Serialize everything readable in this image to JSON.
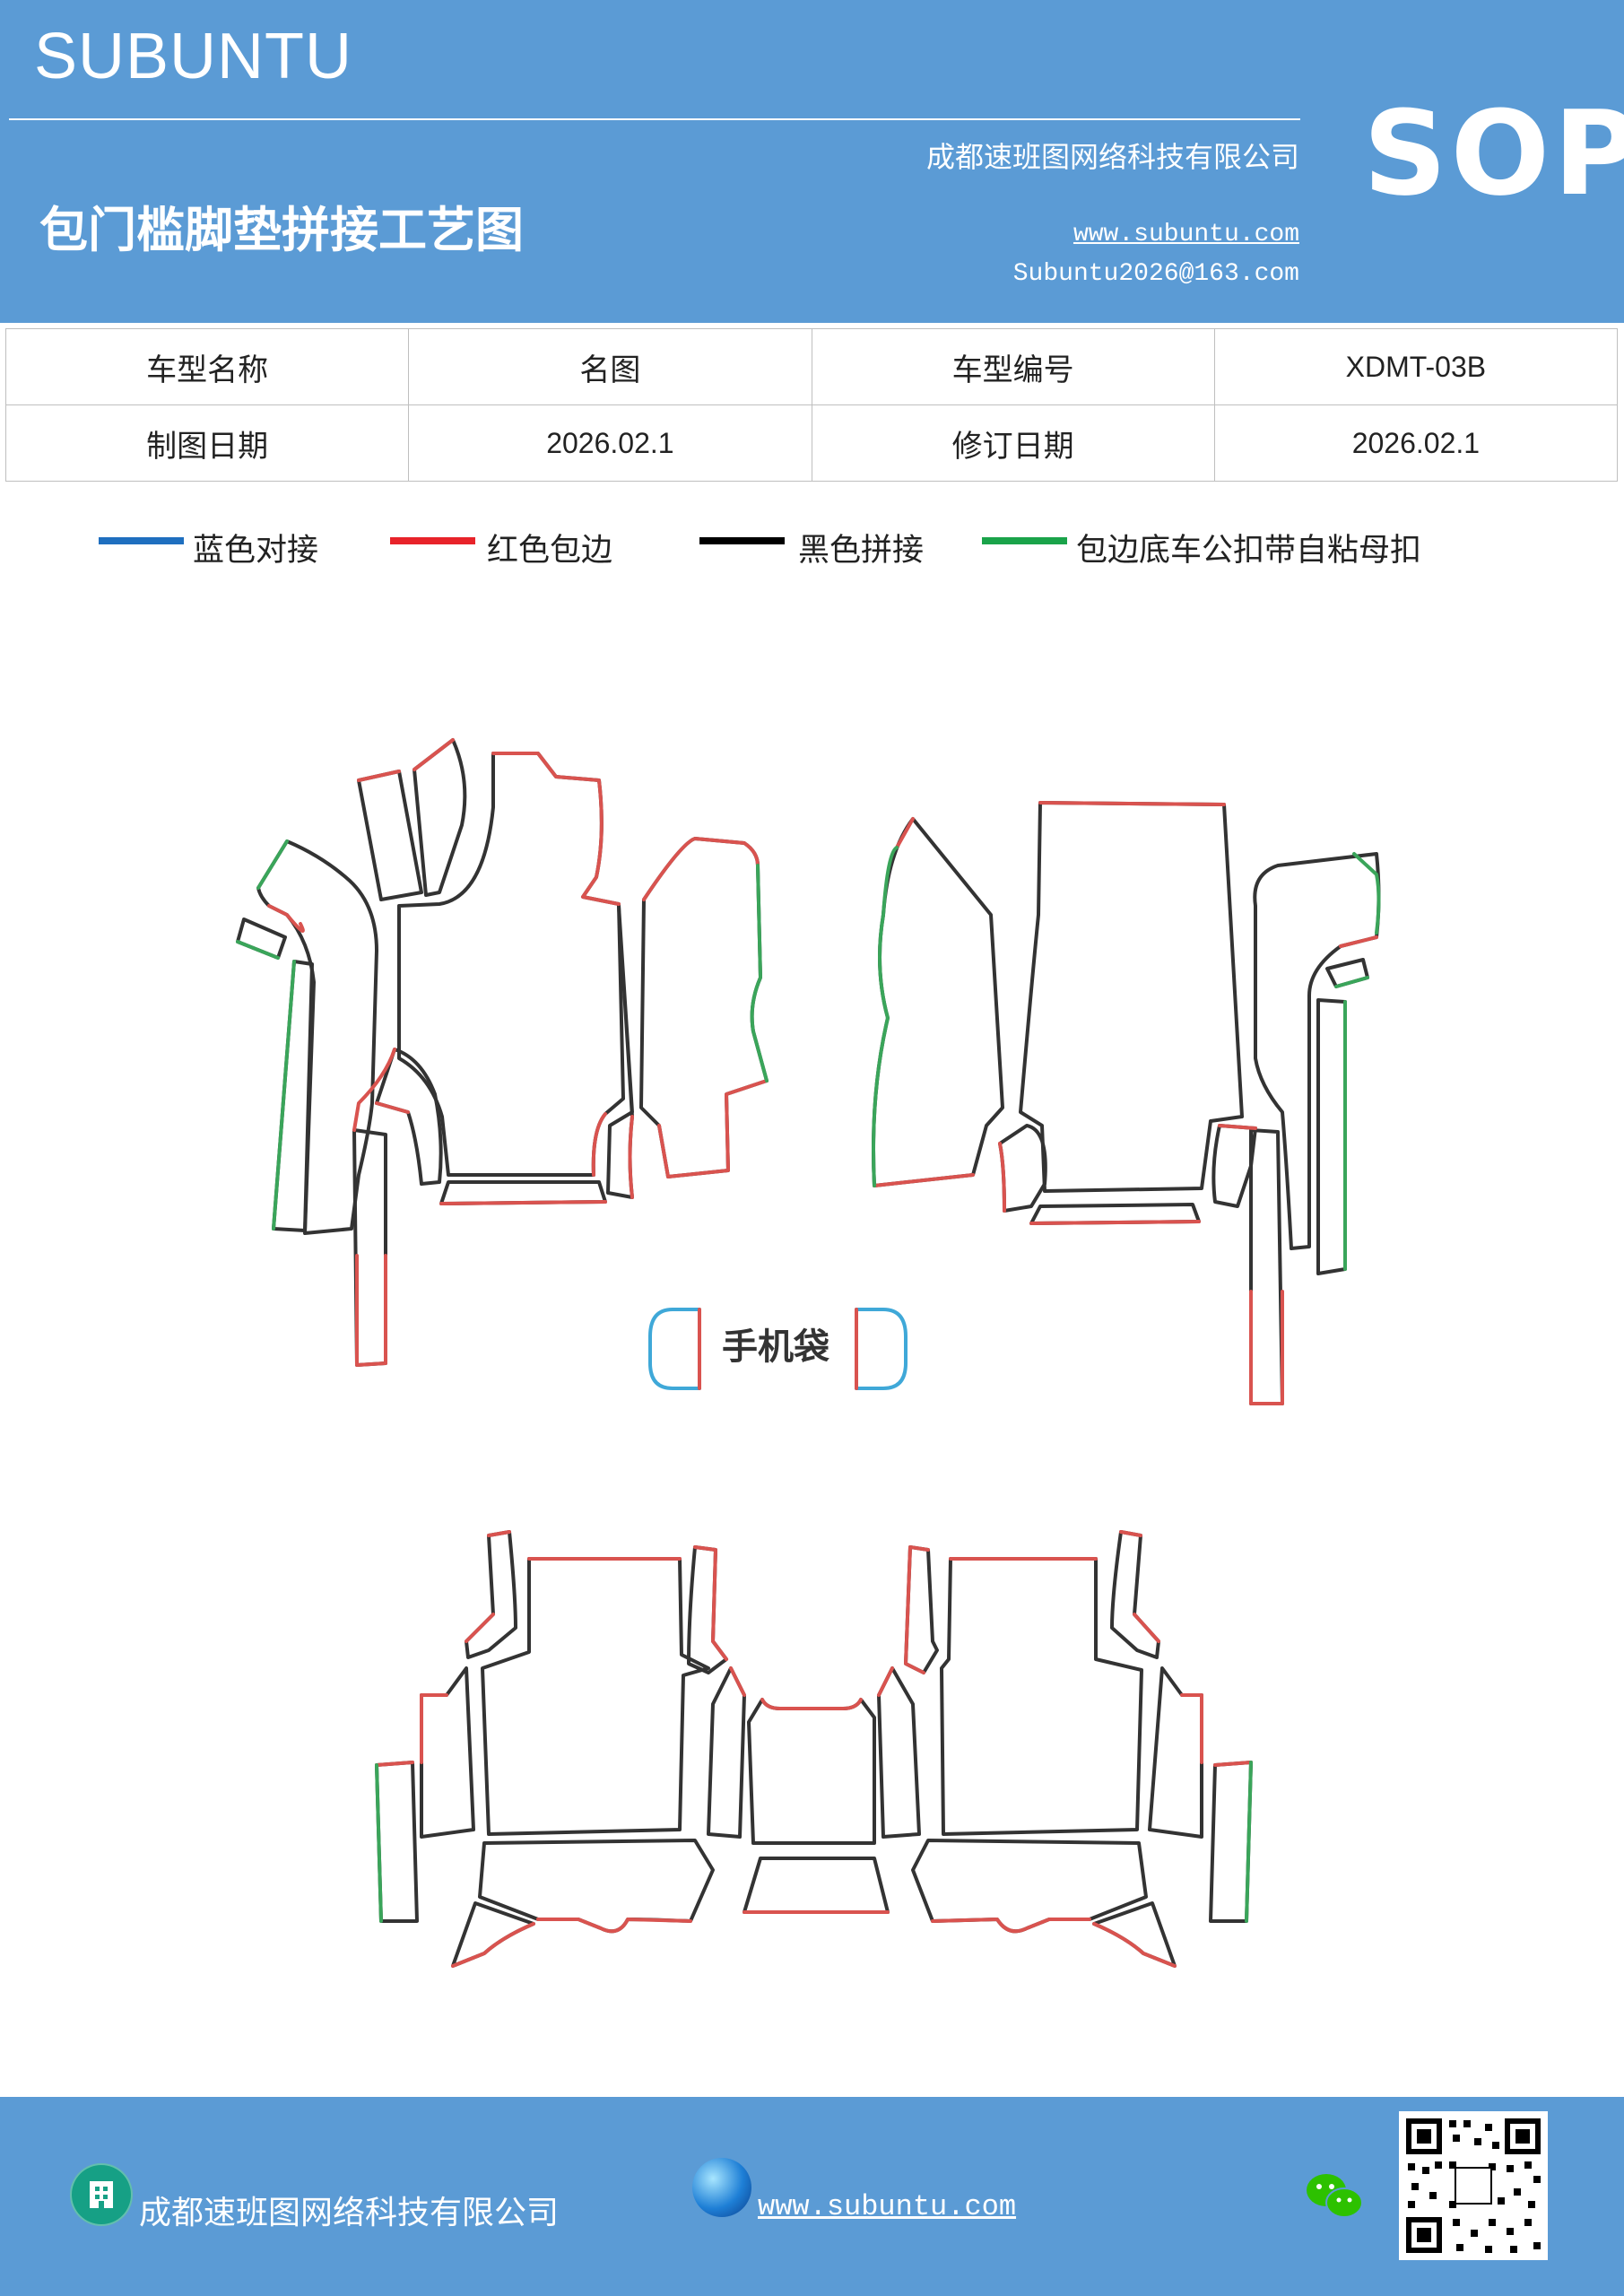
{
  "header": {
    "brand": "SUBUNTU",
    "badge": "SOP",
    "title": "包门槛脚垫拼接工艺图",
    "company": "成都速班图网络科技有限公司",
    "website": "www.subuntu.com",
    "email": "Subuntu2026@163.com"
  },
  "info": {
    "rows": [
      {
        "l1": "车型名称",
        "v1": "名图",
        "l2": "车型编号",
        "v2": "XDMT-03B"
      },
      {
        "l1": "制图日期",
        "v1": "2026.02.1",
        "l2": "修订日期",
        "v2": "2026.02.1"
      }
    ]
  },
  "legend": [
    {
      "label": "蓝色对接",
      "color": "#1f6fbf"
    },
    {
      "label": "红色包边",
      "color": "#e8232a"
    },
    {
      "label": "黑色拼接",
      "color": "#000000"
    },
    {
      "label": "包边底车公扣带自粘母扣",
      "color": "#1aa34a"
    }
  ],
  "diagram": {
    "pocket_label": "手机袋",
    "colors": {
      "red": "#d9534f",
      "black": "#333333",
      "green": "#3aa55a",
      "blue": "#3fa8d8"
    }
  },
  "footer": {
    "company": "成都速班图网络科技有限公司",
    "website": "www.subuntu.com "
  }
}
